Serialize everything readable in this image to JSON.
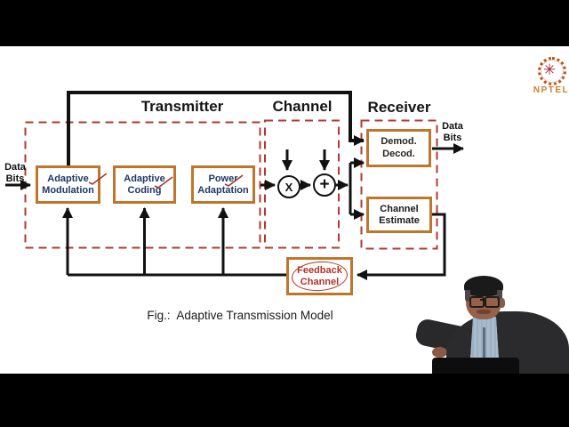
{
  "logo": {
    "label": "NPTEL",
    "starburst_icon": "✳"
  },
  "diagram": {
    "caption": "Fig.:  Adaptive Transmission Model",
    "input_label": {
      "line1": "Data",
      "line2": "Bits"
    },
    "output_label": {
      "line1": "Data",
      "line2": "Bits"
    },
    "sections": {
      "transmitter": {
        "title": "Transmitter"
      },
      "channel": {
        "title": "Channel"
      },
      "receiver": {
        "title": "Receiver"
      }
    },
    "blocks": {
      "adaptive_modulation": {
        "line1": "Adaptive",
        "line2": "Modulation"
      },
      "adaptive_coding": {
        "line1": "Adaptive",
        "line2": "Coding"
      },
      "power_adaptation": {
        "line1": "Power",
        "line2": "Adaptation"
      },
      "demod_decod": {
        "line1": "Demod.",
        "line2": "Decod."
      },
      "channel_estimate": {
        "line1": "Channel",
        "line2": "Estimate"
      },
      "feedback_channel": {
        "line1": "Feedback",
        "line2": "Channel"
      }
    },
    "operators": {
      "multiply": "X",
      "add": "+"
    }
  },
  "colors": {
    "dashed_region_red": "#b23a30",
    "block_border_orange": "#c0762a",
    "block_text_navy": "#1f3864",
    "feedback_text_red": "#b03328",
    "annotation_check_red": "#9e3a2e",
    "nptel_orange": "#c9802f",
    "wire_black": "#111111"
  }
}
